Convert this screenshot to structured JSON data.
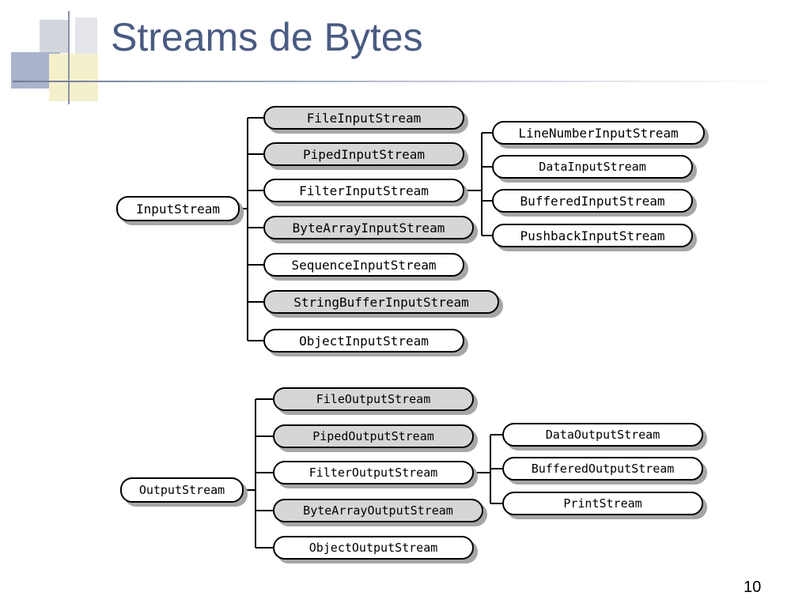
{
  "slide": {
    "title": "Streams de Bytes",
    "page_number": "10"
  },
  "input_hierarchy": {
    "root": "InputStream",
    "children": [
      "FileInputStream",
      "PipedInputStream",
      "FilterInputStream",
      "ByteArrayInputStream",
      "SequenceInputStream",
      "StringBufferInputStream",
      "ObjectInputStream"
    ],
    "filter_children": [
      "LineNumberInputStream",
      "DataInputStream",
      "BufferedInputStream",
      "PushbackInputStream"
    ]
  },
  "output_hierarchy": {
    "root": "OutputStream",
    "children": [
      "FileOutputStream",
      "PipedOutputStream",
      "FilterOutputStream",
      "ByteArrayOutputStream",
      "ObjectOutputStream"
    ],
    "filter_children": [
      "DataOutputStream",
      "BufferedOutputStream",
      "PrintStream"
    ]
  }
}
